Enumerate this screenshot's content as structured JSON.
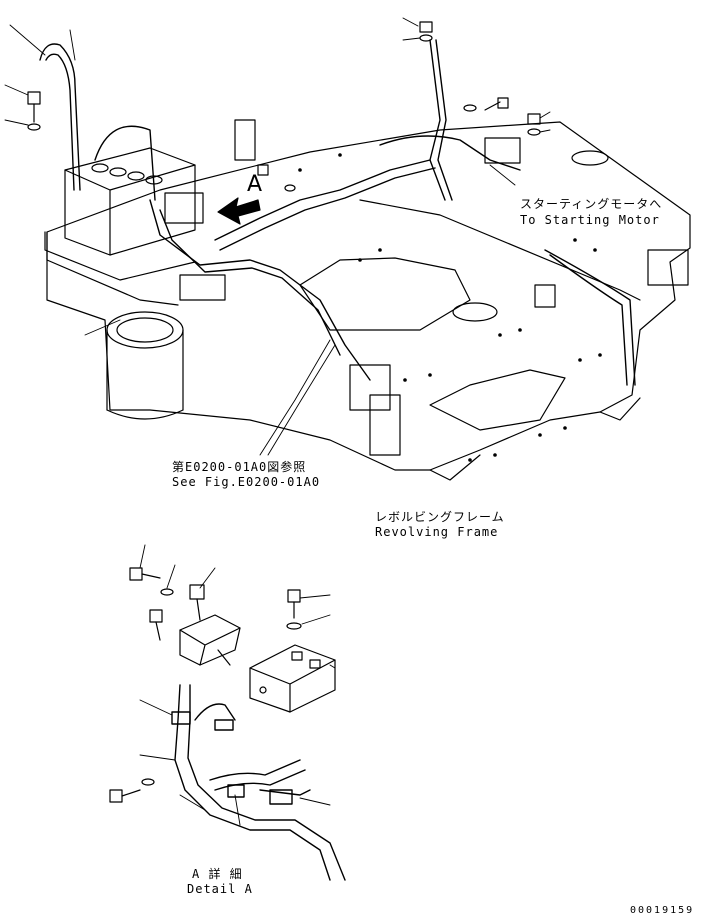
{
  "labels": {
    "detail_marker": "A",
    "starter_jp": "スターティングモータへ",
    "starter_en": "To Starting Motor",
    "see_fig_jp": "第E0200-01A0図参照",
    "see_fig_en": "See Fig.E0200-01A0",
    "frame_jp": "レボルビングフレーム",
    "frame_en": "Revolving Frame",
    "detail_jp": "A 詳 細",
    "detail_en": "Detail A",
    "drawing_number": "00019159"
  }
}
